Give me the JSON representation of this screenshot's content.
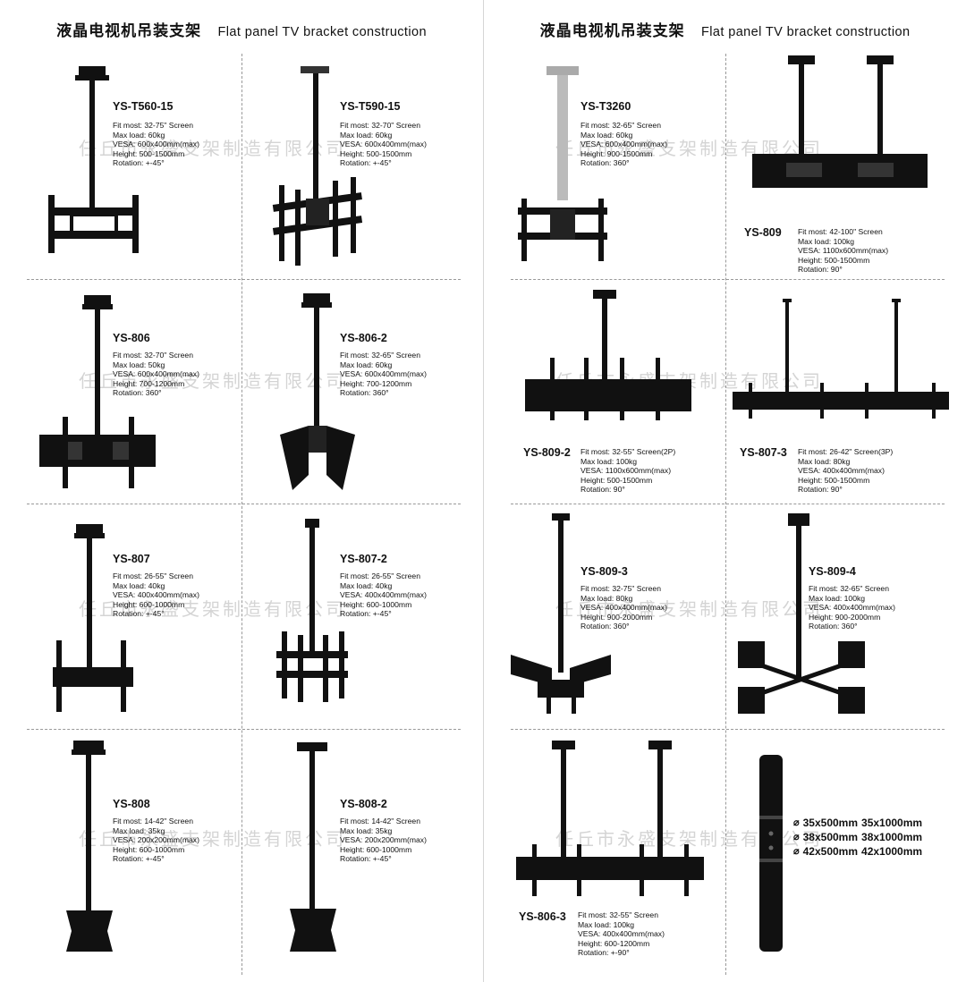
{
  "header": {
    "title_cn": "液晶电视机吊装支架",
    "title_en": "Flat panel TV bracket construction"
  },
  "watermark": "任丘市永盛支架制造有限公司",
  "products": [
    {
      "name": "YS-T560-15",
      "specs": [
        "Fit most: 32-75\" Screen",
        "Max load: 60kg",
        "VESA: 600x400mm(max)",
        "Height: 500-1500mm",
        "Rotation: +-45°"
      ]
    },
    {
      "name": "YS-T590-15",
      "specs": [
        "Fit most: 32-70\" Screen",
        "Max load: 60kg",
        "VESA: 600x400mm(max)",
        "Height: 500-1500mm",
        "Rotation: +-45°"
      ]
    },
    {
      "name": "YS-806",
      "specs": [
        "Fit most: 32-70\" Screen",
        "Max load: 50kg",
        "VESA: 600x400mm(max)",
        "Height: 700-1200mm",
        "Rotation: 360°"
      ]
    },
    {
      "name": "YS-806-2",
      "specs": [
        "Fit most: 32-65\" Screen",
        "Max load: 60kg",
        "VESA: 600x400mm(max)",
        "Height: 700-1200mm",
        "Rotation: 360°"
      ]
    },
    {
      "name": "YS-807",
      "specs": [
        "Fit most: 26-55\" Screen",
        "Max load: 40kg",
        "VESA: 400x400mm(max)",
        "Height: 600-1000mm",
        "Rotation: +-45°"
      ]
    },
    {
      "name": "YS-807-2",
      "specs": [
        "Fit most: 26-55\" Screen",
        "Max load: 40kg",
        "VESA: 400x400mm(max)",
        "Height: 600-1000mm",
        "Rotation: +-45°"
      ]
    },
    {
      "name": "YS-808",
      "specs": [
        "Fit most: 14-42\" Screen",
        "Max load: 35kg",
        "VESA: 200x200mm(max)",
        "Height: 600-1000mm",
        "Rotation: +-45°"
      ]
    },
    {
      "name": "YS-808-2",
      "specs": [
        "Fit most: 14-42\" Screen",
        "Max load: 35kg",
        "VESA: 200x200mm(max)",
        "Height: 600-1000mm",
        "Rotation: +-45°"
      ]
    },
    {
      "name": "YS-T3260",
      "specs": [
        "Fit most: 32-65\" Screen",
        "Max load: 60kg",
        "VESA: 600x400mm(max)",
        "Height: 900-1500mm",
        "Rotation: 360°"
      ]
    },
    {
      "name": "YS-809",
      "specs": [
        "Fit most: 42-100\" Screen",
        "Max load: 100kg",
        "VESA: 1100x600mm(max)",
        "Height: 500-1500mm",
        "Rotation: 90°"
      ]
    },
    {
      "name": "YS-809-2",
      "specs": [
        "Fit most: 32-55\" Screen(2P)",
        "Max load: 100kg",
        "VESA: 1100x600mm(max)",
        "Height: 500-1500mm",
        "Rotation: 90°"
      ]
    },
    {
      "name": "YS-807-3",
      "specs": [
        "Fit most: 26-42\" Screen(3P)",
        "Max load: 80kg",
        "VESA: 400x400mm(max)",
        "Height: 500-1500mm",
        "Rotation: 90°"
      ]
    },
    {
      "name": "YS-809-3",
      "specs": [
        "Fit most: 32-75\" Screen",
        "Max load: 80kg",
        "VESA: 400x400mm(max)",
        "Height: 900-2000mm",
        "Rotation: 360°"
      ]
    },
    {
      "name": "YS-809-4",
      "specs": [
        "Fit most: 32-65\" Screen",
        "Max load: 100kg",
        "VESA: 400x400mm(max)",
        "Height: 900-2000mm",
        "Rotation: 360°"
      ]
    },
    {
      "name": "YS-806-3",
      "specs": [
        "Fit most: 32-55\" Screen",
        "Max load: 100kg",
        "VESA: 400x400mm(max)",
        "Height: 600-1200mm",
        "Rotation: +-90°"
      ]
    }
  ],
  "pipe_sizes": [
    {
      "a": "35x500mm",
      "b": "35x1000mm"
    },
    {
      "a": "38x500mm",
      "b": "38x1000mm"
    },
    {
      "a": "42x500mm",
      "b": "42x1000mm"
    }
  ]
}
